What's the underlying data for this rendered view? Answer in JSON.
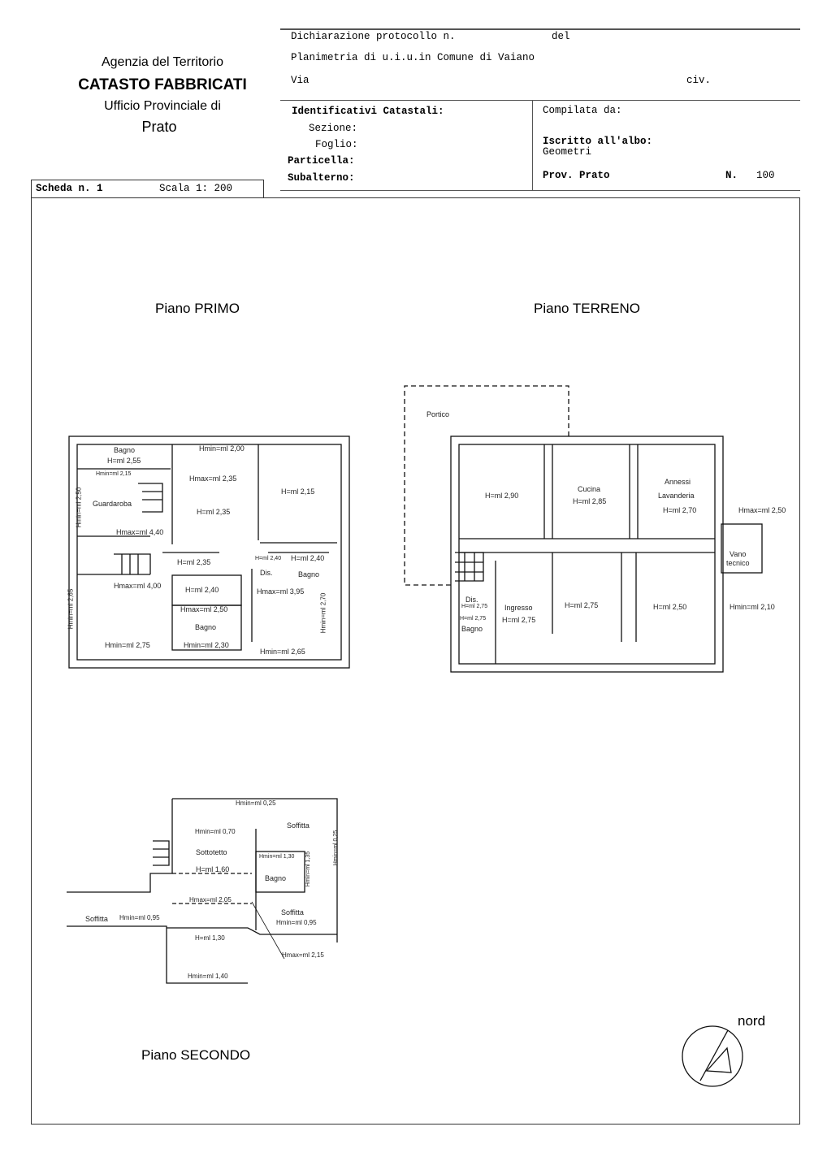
{
  "agency": {
    "name": "Agenzia del Territorio",
    "register": "CATASTO FABBRICATI",
    "office": "Ufficio Provinciale di",
    "province": "Prato"
  },
  "sheet": {
    "scheda": "Scheda n. 1",
    "scala": "Scala 1: 200"
  },
  "header": {
    "dichiarazione": "Dichiarazione protocollo n.",
    "del": "del",
    "planimetria": "Planimetria di u.i.u.in Comune di Vaiano",
    "via": "Via",
    "civ": "civ."
  },
  "identificativi": {
    "title": "Identificativi Catastali:",
    "sezione": "Sezione:",
    "foglio": "Foglio:",
    "particella": "Particella:",
    "subalterno": "Subalterno:"
  },
  "compilata": {
    "title": "Compilata da:",
    "iscritto": "Iscritto all'albo:",
    "albo": "Geometri",
    "prov": "Prov. Prato",
    "n_label": "N.",
    "n_value": "100"
  },
  "floors": {
    "primo": {
      "title": "Piano PRIMO",
      "labels": [
        "Bagno",
        "H=ml 2,55",
        "Hmin=ml 2,00",
        "Hmin=ml 2,15",
        "Hmax=ml 2,35",
        "H=ml 2,15",
        "Hmin=ml 2,50",
        "Guardaroba",
        "H=ml 2,35",
        "Hmax=ml 4,40",
        "H=ml 2,35",
        "H=ml 2,40",
        "H=ml 2,40",
        "Dis.",
        "Bagno",
        "Hmax=ml 4,00",
        "H=ml 2,40",
        "Hmax=ml 3,95",
        "Hmin=ml 2,65",
        "Hmax=ml 2,50",
        "Hmin=ml 2,70",
        "Bagno",
        "Hmin=ml 2,75",
        "Hmin=ml 2,30",
        "Hmin=ml 2,65"
      ]
    },
    "terreno": {
      "title": "Piano TERRENO",
      "labels": [
        "Portico",
        "H=ml 2,90",
        "Cucina",
        "H=ml 2,85",
        "Annessi",
        "Lavanderia",
        "H=ml 2,70",
        "Hmax=ml 2,50",
        "Vano",
        "tecnico",
        "Dis.",
        "H=ml 2,75",
        "H=ml 2,75",
        "Bagno",
        "Ingresso",
        "H=ml 2,75",
        "H=ml 2,75",
        "H=ml 2,50",
        "Hmin=ml 2,10"
      ]
    },
    "secondo": {
      "title": "Piano SECONDO",
      "labels": [
        "Hmin=ml 0,25",
        "Soffitta",
        "Hmin=ml 0,70",
        "Sottotetto",
        "Hmin=ml 1,30",
        "Hmin=ml 0,25",
        "H=ml 1,60",
        "Bagno",
        "Hmin=ml 1,35",
        "Hmax=ml 2,05",
        "Soffitta",
        "Soffitta",
        "Hmin=ml 0,95",
        "Hmin=ml 0,95",
        "H=ml 1,30",
        "Hmax=ml 2,15",
        "Hmin=ml 1,40"
      ]
    }
  },
  "compass": {
    "label": "nord"
  }
}
